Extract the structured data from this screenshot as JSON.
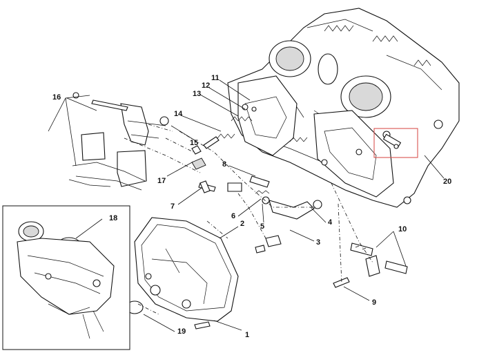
{
  "diagram": {
    "callouts": [
      "1",
      "2",
      "3",
      "4",
      "5",
      "6",
      "7",
      "8",
      "9",
      "10",
      "11",
      "12",
      "13",
      "14",
      "15",
      "16",
      "17",
      "18",
      "19",
      "20"
    ],
    "highlight_color": "#d9534f"
  }
}
